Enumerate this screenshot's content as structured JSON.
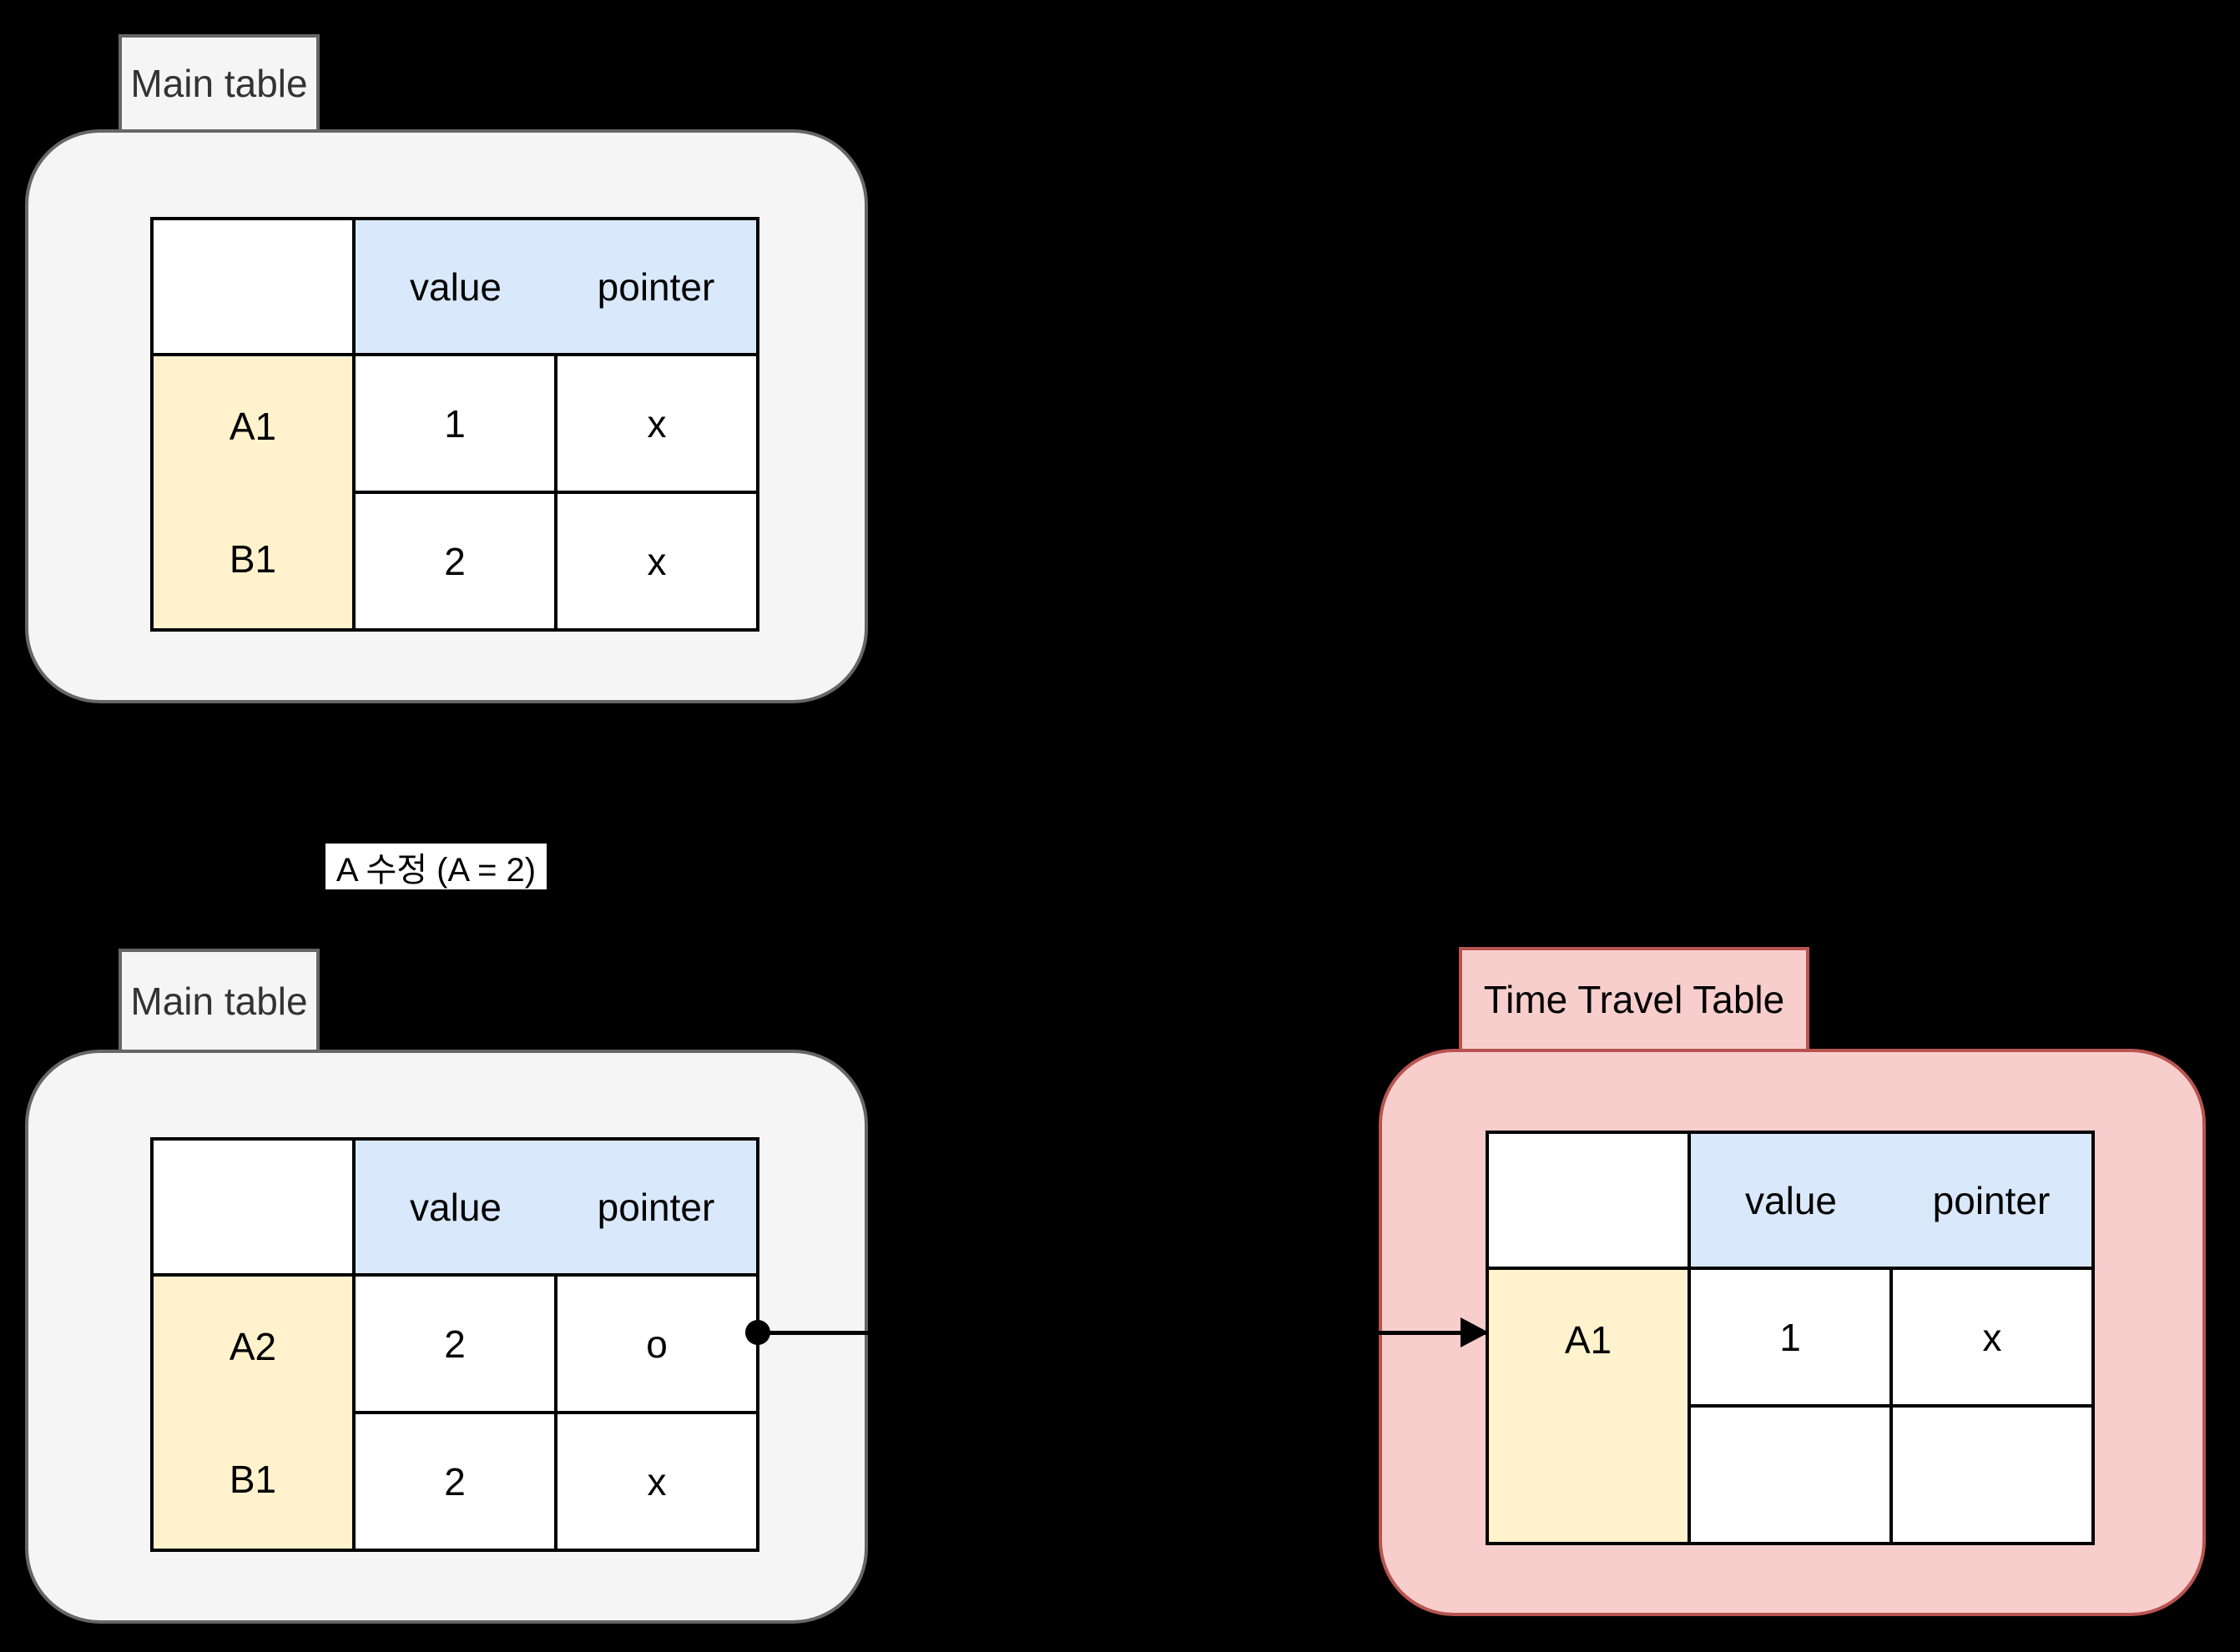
{
  "background": "#000000",
  "colors": {
    "container_fill": "#f5f5f5",
    "container_border": "#666666",
    "label_text": "#333333",
    "column_header_fill": "#dae8fc",
    "row_header_fill": "#fff2cc",
    "time_travel_fill": "#f8cecc",
    "time_travel_border": "#b85450",
    "cell_fill": "#ffffff",
    "connector_color": "#000000"
  },
  "top_main": {
    "label": "Main table",
    "table": {
      "col_headers": [
        "value",
        "pointer"
      ],
      "rows": [
        {
          "key": "A1",
          "value": "1",
          "pointer": "x"
        },
        {
          "key": "B1",
          "value": "2",
          "pointer": "x"
        }
      ]
    }
  },
  "transition": {
    "label": "A 수정 (A = 2)"
  },
  "bottom_main": {
    "label": "Main table",
    "table": {
      "col_headers": [
        "value",
        "pointer"
      ],
      "rows": [
        {
          "key": "A2",
          "value": "2",
          "pointer": "o"
        },
        {
          "key": "B1",
          "value": "2",
          "pointer": "x"
        }
      ]
    }
  },
  "time_travel": {
    "label": "Time Travel Table",
    "table": {
      "col_headers": [
        "value",
        "pointer"
      ],
      "rows": [
        {
          "key": "A1",
          "value": "1",
          "pointer": "x"
        },
        {
          "key": "",
          "value": "",
          "pointer": ""
        }
      ]
    }
  }
}
